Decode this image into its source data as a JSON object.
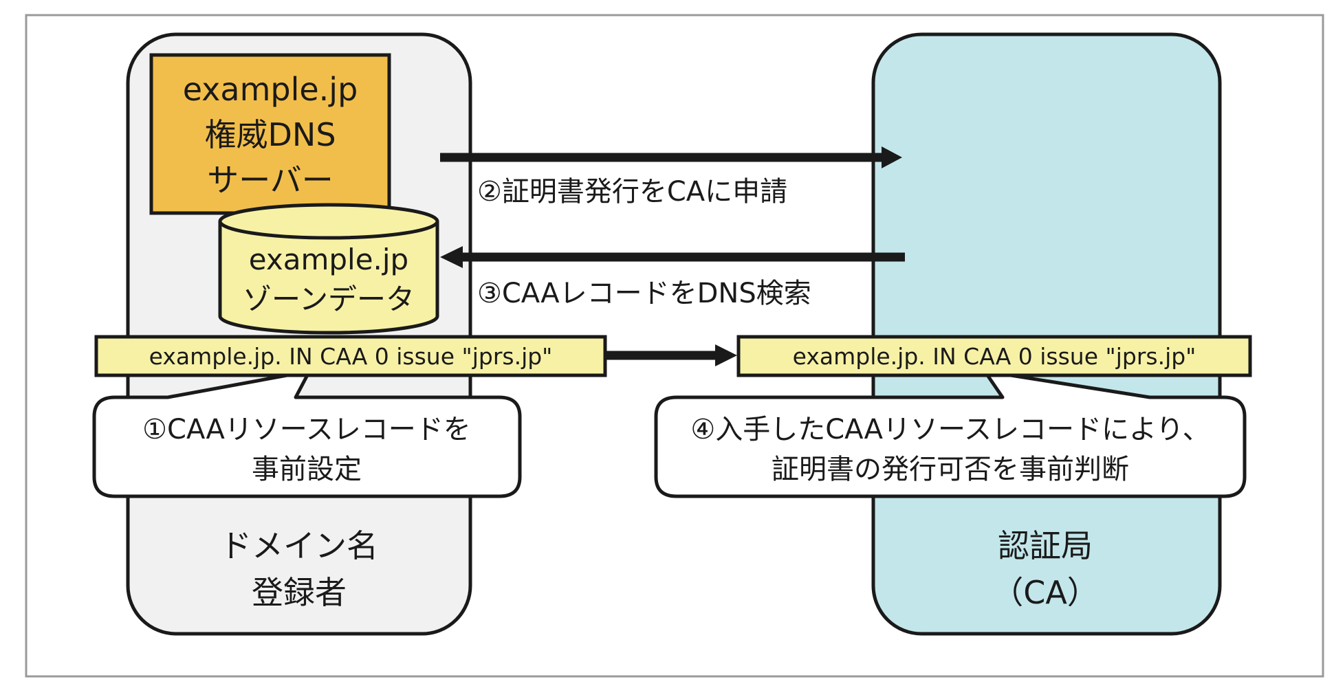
{
  "registrant": {
    "label_line1": "ドメイン名",
    "label_line2": "登録者"
  },
  "authority": {
    "label_line1": "認証局",
    "label_line2": "（CA）"
  },
  "dns_server": {
    "line1": "example.jp",
    "line2": "権威DNS",
    "line3": "サーバー"
  },
  "zone_data": {
    "line1": "example.jp",
    "line2": "ゾーンデータ"
  },
  "caa_record_left": "example.jp. IN CAA 0 issue \"jprs.jp\"",
  "caa_record_right": "example.jp. IN CAA 0 issue \"jprs.jp\"",
  "steps": {
    "step2": "②証明書発行をCAに申請",
    "step3": "③CAAレコードをDNS検索",
    "step1_line1": "①CAAリソースレコードを",
    "step1_line2": "事前設定",
    "step4_line1": "④入手したCAAリソースレコードにより、",
    "step4_line2": "証明書の発行可否を事前判断"
  },
  "colors": {
    "frame": "#9a9a9a",
    "registrant_fill": "#f1f1f1",
    "authority_fill": "#c3e6ea",
    "dns_server_fill": "#f2be4b",
    "zone_fill": "#f7f1a6",
    "record_fill": "#f7f1a6",
    "outline": "#1a1a1a"
  }
}
